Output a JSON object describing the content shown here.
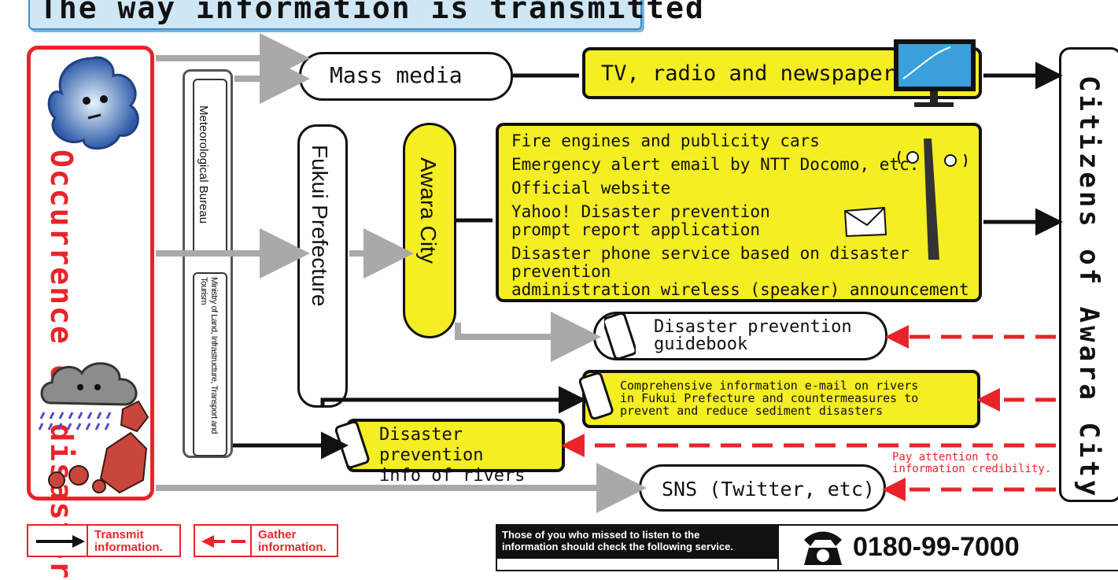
{
  "title": "The way information is transmitted",
  "source": {
    "label": "Occurrence of disaster"
  },
  "agencies": {
    "meteorological": "Meteorological Bureau",
    "mlit": "Ministry of Land, Infrastructure, Transport and Tourism"
  },
  "prefecture": "Fukui Prefecture",
  "city": "Awara City",
  "mass_media": "Mass media",
  "tv_radio": "TV, radio and newspapers",
  "city_channels": [
    "Fire engines and publicity cars",
    "Emergency alert email by NTT Docomo, etc.",
    "Official website",
    "Yahoo! Disaster prevention",
    "prompt report application",
    "Disaster phone service based on disaster prevention",
    "administration wireless (speaker) announcement"
  ],
  "guidebook": {
    "line1": "Disaster prevention",
    "line2": "guidebook"
  },
  "rivers_email": [
    "Comprehensive information e-mail on rivers",
    "in Fukui Prefecture and countermeasures to",
    "prevent and reduce sediment disasters"
  ],
  "rivers_info": {
    "line1": "Disaster prevention",
    "line2": "info of rivers"
  },
  "sns": "SNS (Twitter, etc)",
  "credibility_note": {
    "line1": "Pay attention to",
    "line2": "information credibility."
  },
  "citizens": "Citizens of Awara City",
  "legend": {
    "transmit": "Transmit information.",
    "gather": "Gather information."
  },
  "service": {
    "notice_line1": "Those of you who missed to listen to the",
    "notice_line2": "information should check the following service.",
    "phone": "0180-99-7000"
  },
  "colors": {
    "accent_red": "#e8242a",
    "highlight_yellow": "#f4ee22",
    "title_blue": "#cfe6f5",
    "arrow_gray": "#a9a9a9"
  },
  "icons": [
    "typhoon-icon",
    "storm-cloud-icon",
    "rockfall-icon",
    "tv-icon",
    "loudspeaker-pole-icon",
    "envelope-icon",
    "smartphone-icon",
    "telephone-icon"
  ]
}
